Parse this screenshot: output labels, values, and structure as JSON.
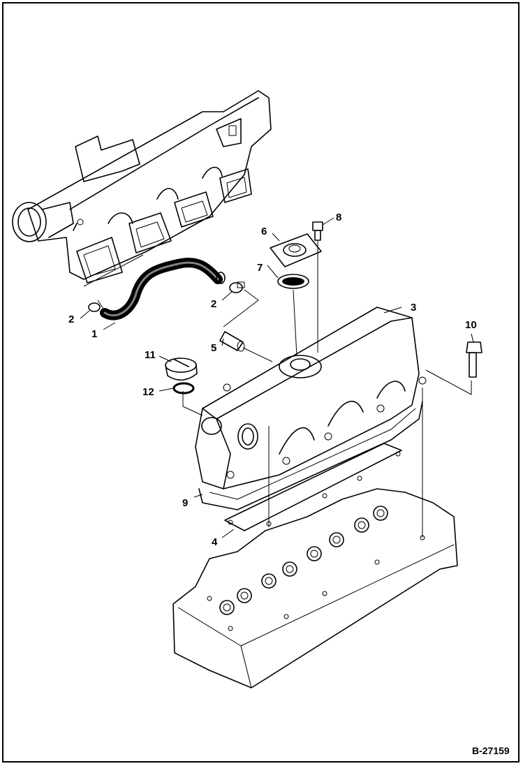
{
  "figure_ref": "B-27159",
  "callouts": [
    "1",
    "2",
    "3",
    "4",
    "5",
    "6",
    "7",
    "8",
    "9",
    "10",
    "11",
    "12"
  ],
  "icons": {
    "intake_manifold": "intake-manifold-icon",
    "hose": "breather-hose-icon",
    "valve_cover": "valve-cover-icon",
    "cylinder_head": "cylinder-head-icon"
  }
}
